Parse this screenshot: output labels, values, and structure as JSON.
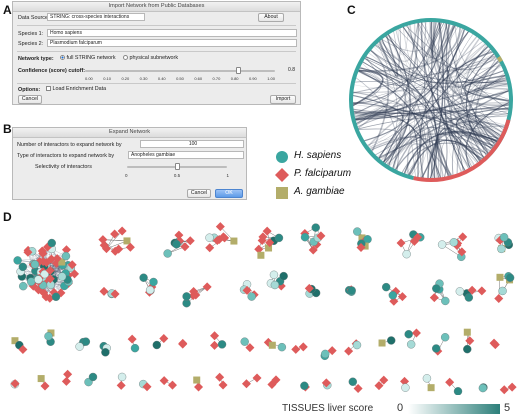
{
  "panels": {
    "a": "A",
    "b": "B",
    "c": "C",
    "d": "D"
  },
  "import_dialog": {
    "title": "Import Network from Public Databases",
    "data_source_label": "Data Source:",
    "data_source_value": "STRING: cross-species interactions",
    "about_button": "About",
    "species1_label": "Species 1:",
    "species1_value": "Homo sapiens",
    "species2_label": "Species 2:",
    "species2_value": "Plasmodium falciparum",
    "network_type_label": "Network type:",
    "full_network_label": "full STRING network",
    "physical_subnetwork_label": "physical subnetwork",
    "confidence_label": "Confidence (score) cutoff:",
    "confidence_value": "0.8",
    "confidence_ticks": [
      "0.00",
      "0.10",
      "0.20",
      "0.30",
      "0.40",
      "0.50",
      "0.60",
      "0.70",
      "0.80",
      "0.90",
      "1.00"
    ],
    "options_label": "Options:",
    "enrichment_label": "Load Enrichment Data",
    "cancel_button": "Cancel",
    "import_button": "Import"
  },
  "expand_dialog": {
    "title": "Expand Network",
    "num_label": "Number of interactors to expand network by",
    "num_value": "100",
    "type_label": "Type of interactors to expand network by",
    "type_value": "Anopheles gambiae",
    "selectivity_label": "Selectivity of interactors",
    "selectivity_ticks": [
      "0",
      "0.5",
      "1"
    ],
    "selectivity_level": 0.5,
    "cancel_button": "Cancel",
    "ok_button": "OK"
  },
  "legend": {
    "items": [
      {
        "label": "H. sapiens",
        "shape": "circle",
        "color": "#3aa6a0"
      },
      {
        "label": "P. falciparum",
        "shape": "diamond",
        "color": "#de5b5b"
      },
      {
        "label": "A. gambiae",
        "shape": "square",
        "color": "#b3ad6a"
      }
    ]
  },
  "tissues": {
    "label": "TISSUES liver score",
    "min": "0",
    "max": "5",
    "color_low": "#ffffff",
    "color_high": "#2c7f7a"
  },
  "colors": {
    "human": "#3aa6a0",
    "plasmodium": "#de5b5b",
    "anopheles": "#b3ad6a",
    "edge": "#7a8090",
    "circle_ring_teal": "#3aa6a0",
    "circle_ring_red": "#de5b5b",
    "circle_ring_olive": "#b3ad6a"
  }
}
